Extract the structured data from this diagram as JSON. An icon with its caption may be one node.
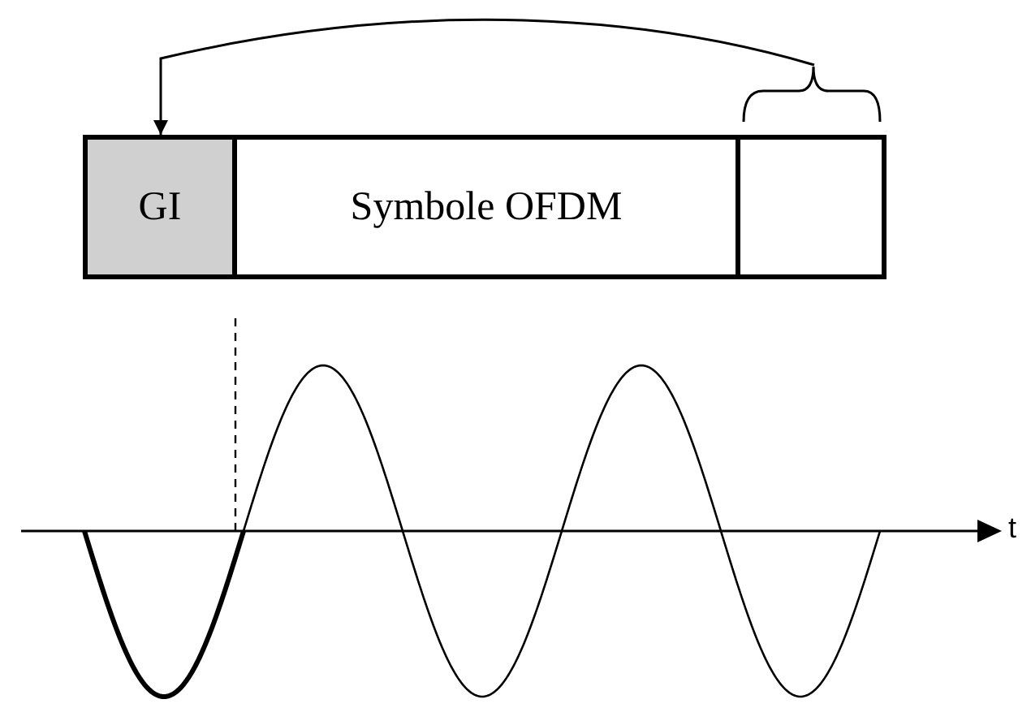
{
  "diagram": {
    "nodes": [
      {
        "text": [
          "GI"
        ]
      },
      {
        "text": [
          "Symbole OFDM"
        ]
      },
      {
        "text": [],
        "shape": "box"
      }
    ],
    "edges": [
      {
        "from": 2,
        "to": 0,
        "arrow": "to"
      }
    ],
    "labels": [
      "t"
    ]
  }
}
